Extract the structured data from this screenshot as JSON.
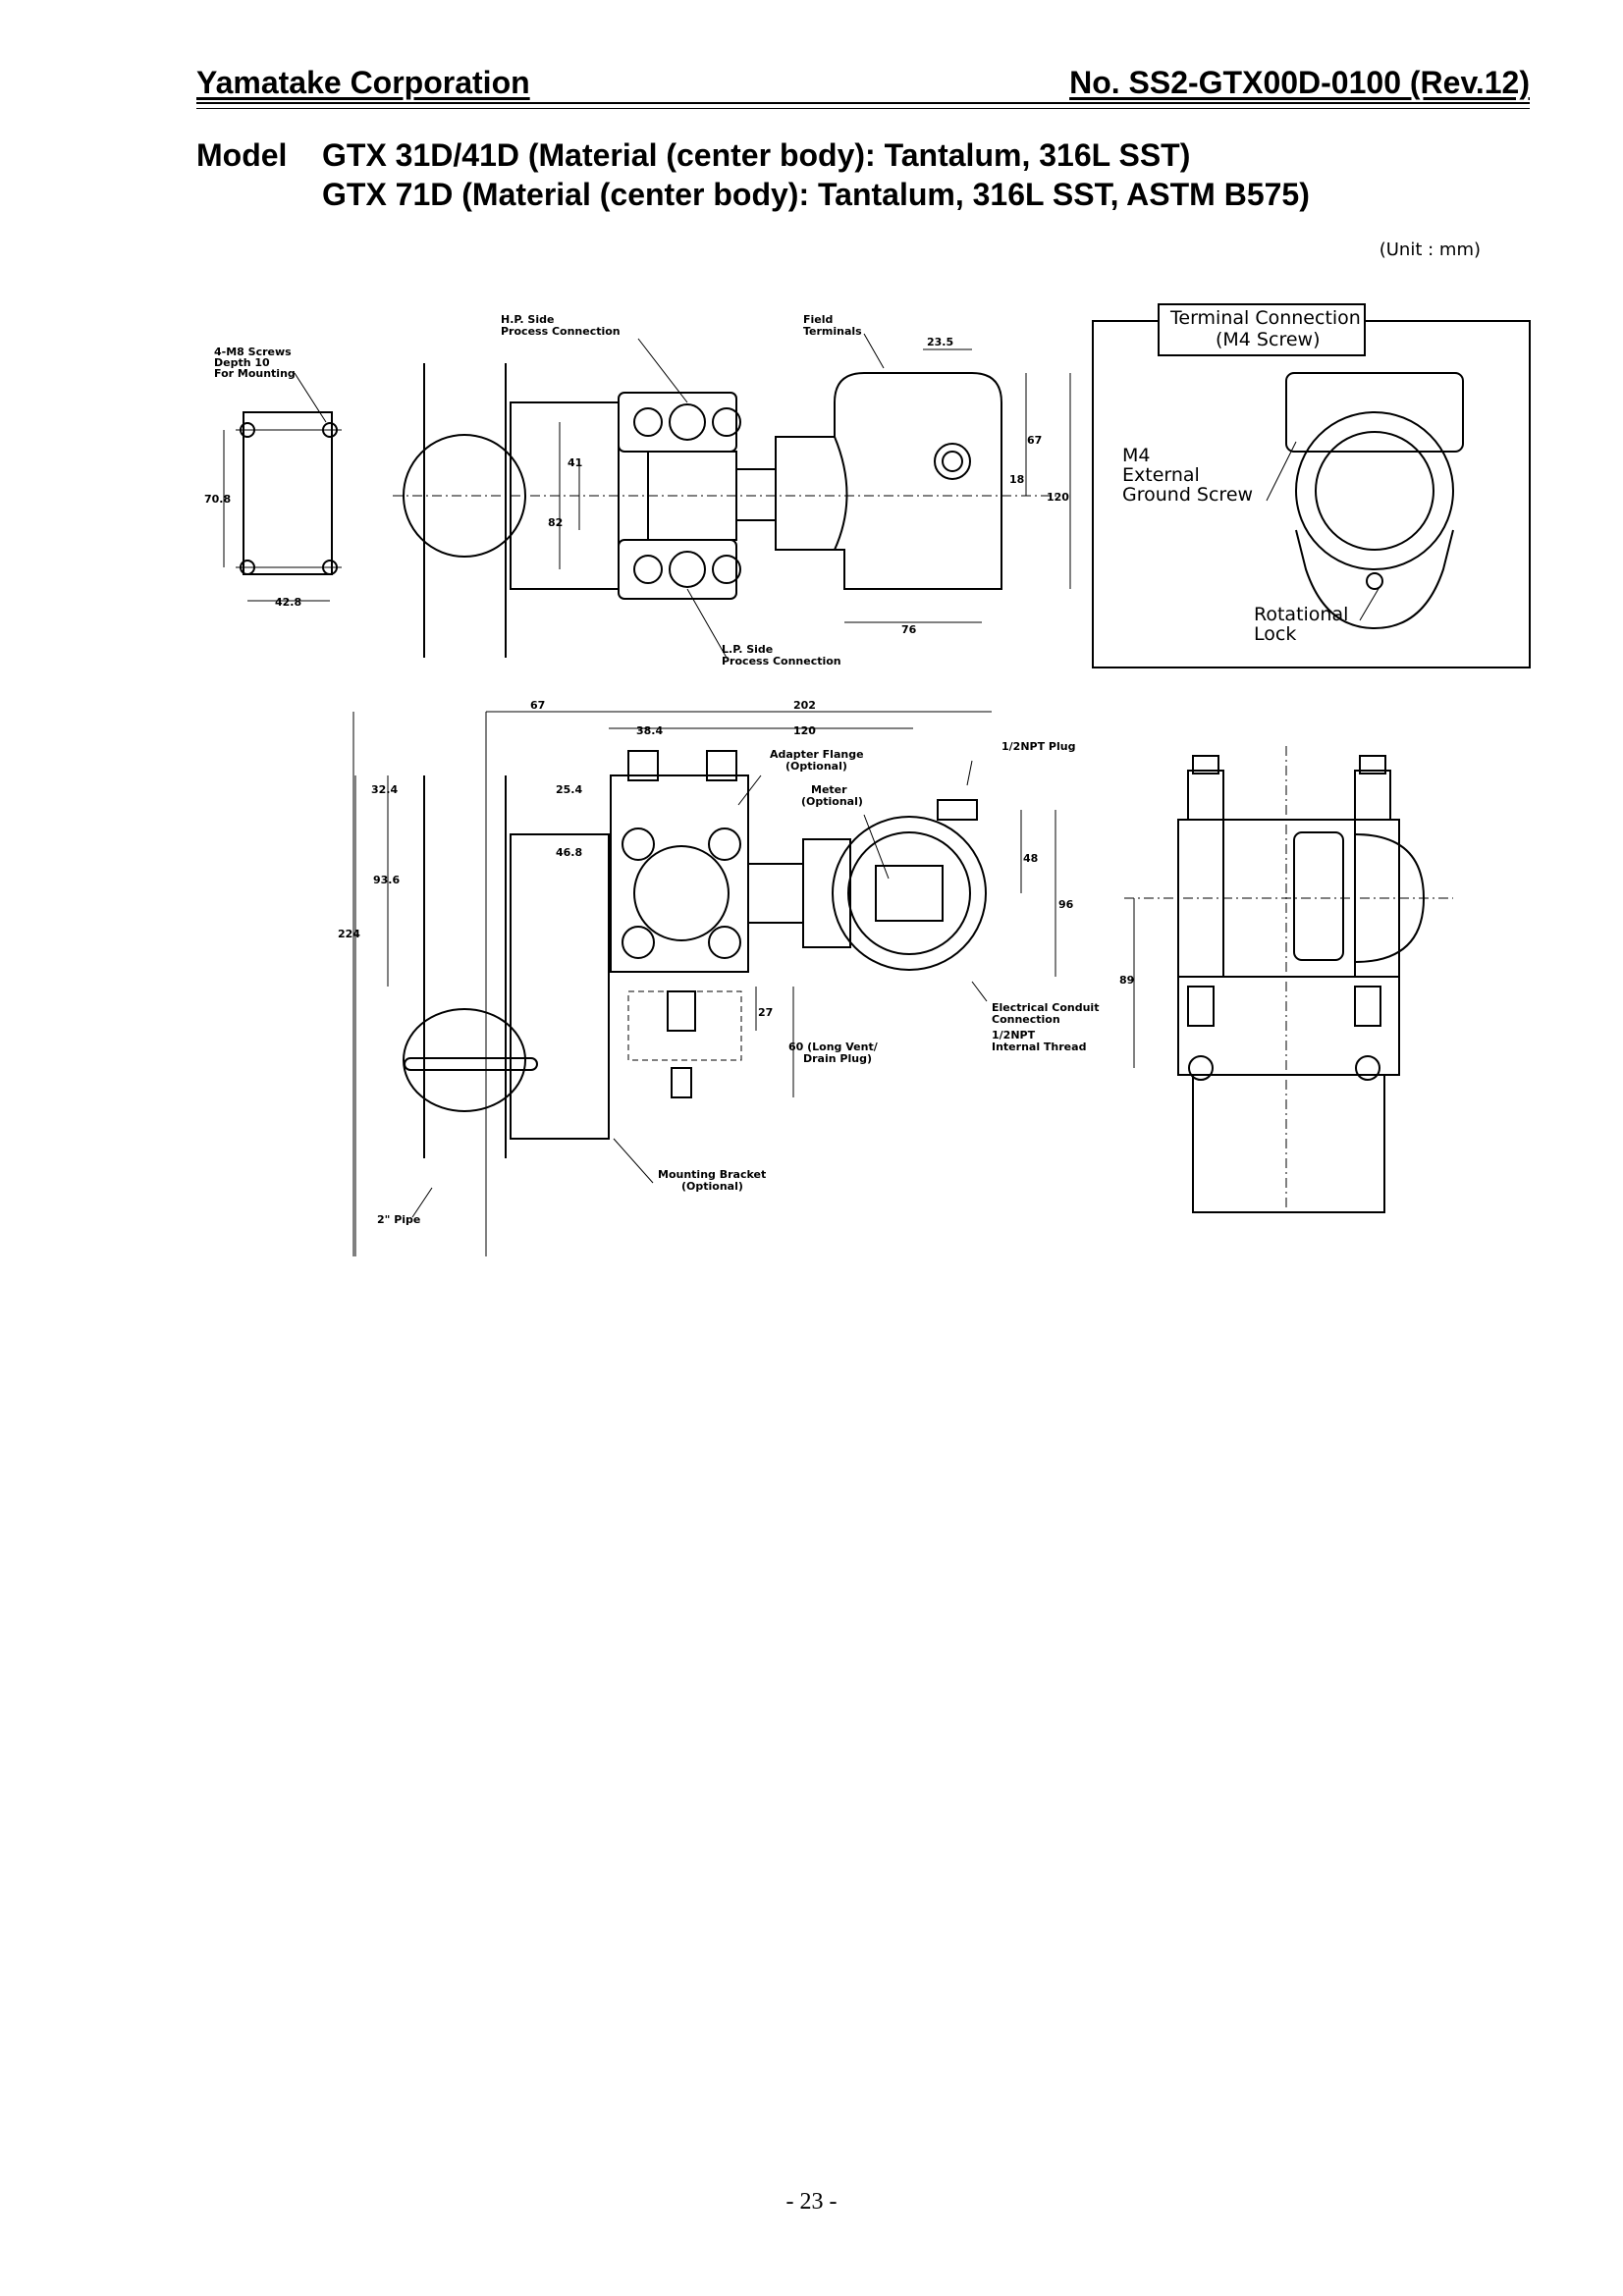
{
  "header": {
    "company": "Yamatake Corporation",
    "doc_number": "No. SS2-GTX00D-0100 (Rev.12)"
  },
  "model": {
    "label": "Model",
    "line1": "GTX 31D/41D (Material (center body): Tantalum, 316L SST)",
    "line2": "GTX 71D (Material (center body): Tantalum, 316L SST, ASTM B575)"
  },
  "unit_note": "(Unit : mm)",
  "drawing_labels": {
    "mounting_screws": [
      "4-M8 Screws",
      "Depth 10",
      "For Mounting"
    ],
    "hp_side": [
      "H.P. Side",
      "Process Connection"
    ],
    "lp_side": [
      "L.P. Side",
      "Process Connection"
    ],
    "field_terminals": [
      "Field",
      "Terminals"
    ],
    "terminal_connection": [
      "Terminal Connection",
      "(M4 Screw)"
    ],
    "ground_screw": [
      "M4",
      "External",
      "Ground Screw"
    ],
    "rotational_lock": [
      "Rotational",
      "Lock"
    ],
    "adapter_flange": [
      "Adapter Flange",
      "(Optional)"
    ],
    "meter": [
      "Meter",
      "(Optional)"
    ],
    "npt_plug": "1/2NPT Plug",
    "conduit": [
      "Electrical Conduit",
      "Connection",
      "1/2NPT",
      "Internal Thread"
    ],
    "vent": [
      "60 (Long Vent/",
      "Drain Plug)"
    ],
    "bracket": [
      "Mounting Bracket",
      "(Optional)"
    ],
    "pipe": "2\" Pipe"
  },
  "dimensions": {
    "d70_8": "70.8",
    "d42_8": "42.8",
    "d41": "41",
    "d82": "82",
    "d23_5": "23.5",
    "d67a": "67",
    "d18": "18",
    "d120a": "120",
    "d76": "76",
    "d67b": "67",
    "d202": "202",
    "d38_4": "38.4",
    "d120b": "120",
    "d32_4": "32.4",
    "d25_4": "25.4",
    "d46_8": "46.8",
    "d93_6": "93.6",
    "d224": "224",
    "d48": "48",
    "d96": "96",
    "d27": "27",
    "d89": "89"
  },
  "page_number": "- 23 -"
}
